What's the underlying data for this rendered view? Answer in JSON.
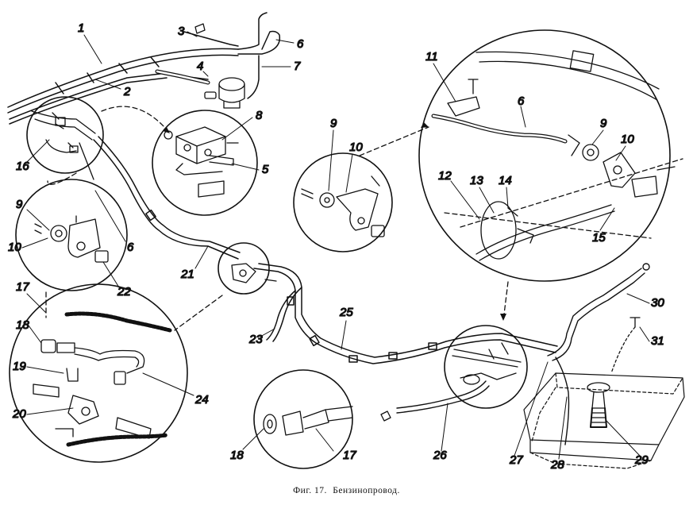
{
  "caption": {
    "figure": "Фиг. 17.",
    "title": "Бензинопровод."
  },
  "callouts": {
    "c1": "1",
    "c2": "2",
    "c3": "3",
    "c4": "4",
    "c5": "5",
    "c6a": "6",
    "c6b": "6",
    "c6c": "6",
    "c7": "7",
    "c8": "8",
    "c9a": "9",
    "c9b": "9",
    "c9c": "9",
    "c10a": "10",
    "c10b": "10",
    "c10c": "10",
    "c11": "11",
    "c12": "12",
    "c13": "13",
    "c14": "14",
    "c15": "15",
    "c16": "16",
    "c17a": "17",
    "c17b": "17",
    "c18a": "18",
    "c18b": "18",
    "c19": "19",
    "c20": "20",
    "c21": "21",
    "c22": "22",
    "c23": "23",
    "c24": "24",
    "c25": "25",
    "c26": "26",
    "c27": "27",
    "c28": "28",
    "c29": "29",
    "c30": "30",
    "c31": "31"
  }
}
